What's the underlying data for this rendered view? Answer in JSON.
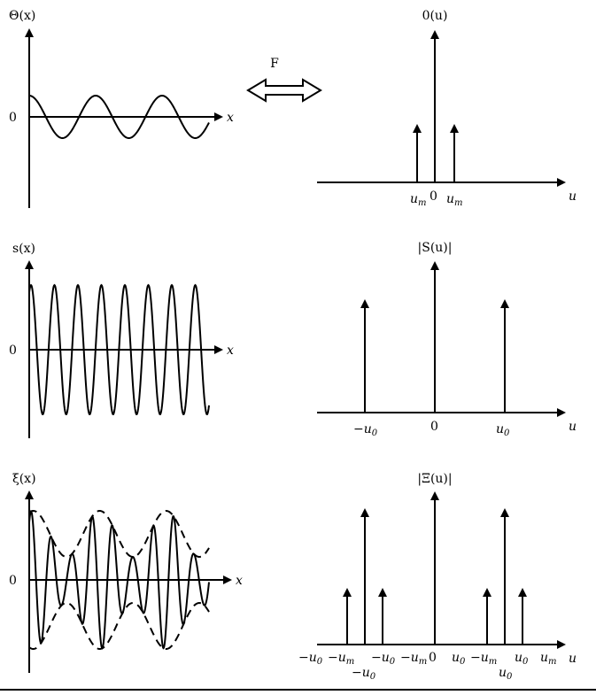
{
  "fourier_label": "F",
  "panels": {
    "theta": {
      "title": "Θ(x)",
      "zero": "0",
      "axis": "x"
    },
    "theta_hat": {
      "title": "0(u)",
      "axis": "u",
      "ticks": [
        {
          "text": "u",
          "sub": "m"
        },
        {
          "text": "0"
        },
        {
          "text": "u",
          "sub": "m"
        }
      ]
    },
    "s": {
      "title": "s(x)",
      "zero": "0",
      "axis": "x"
    },
    "s_hat": {
      "title": "|S(u)|",
      "axis": "u",
      "ticks": [
        {
          "text": "−u",
          "sub": "0"
        },
        {
          "text": "0"
        },
        {
          "text": "u",
          "sub": "0"
        }
      ]
    },
    "xi": {
      "title": "ξ(x)",
      "zero": "0",
      "axis": "x"
    },
    "xi_hat": {
      "title": "|Ξ(u)|",
      "axis": "u",
      "ticks": [
        {
          "text": "−u",
          "sub": "0"
        },
        {
          "text": "−u",
          "sub": "m"
        },
        {
          "text": "−u",
          "sub": "0"
        },
        {
          "text": "−u",
          "sub": "0"
        },
        {
          "text": "−u",
          "sub": "m"
        },
        {
          "text": "0"
        },
        {
          "text": "u",
          "sub": "0"
        },
        {
          "text": "−u",
          "sub": "m"
        },
        {
          "text": "u",
          "sub": "0"
        },
        {
          "text": "u",
          "sub": "0"
        },
        {
          "text": "u",
          "sub": "m"
        }
      ]
    }
  }
}
